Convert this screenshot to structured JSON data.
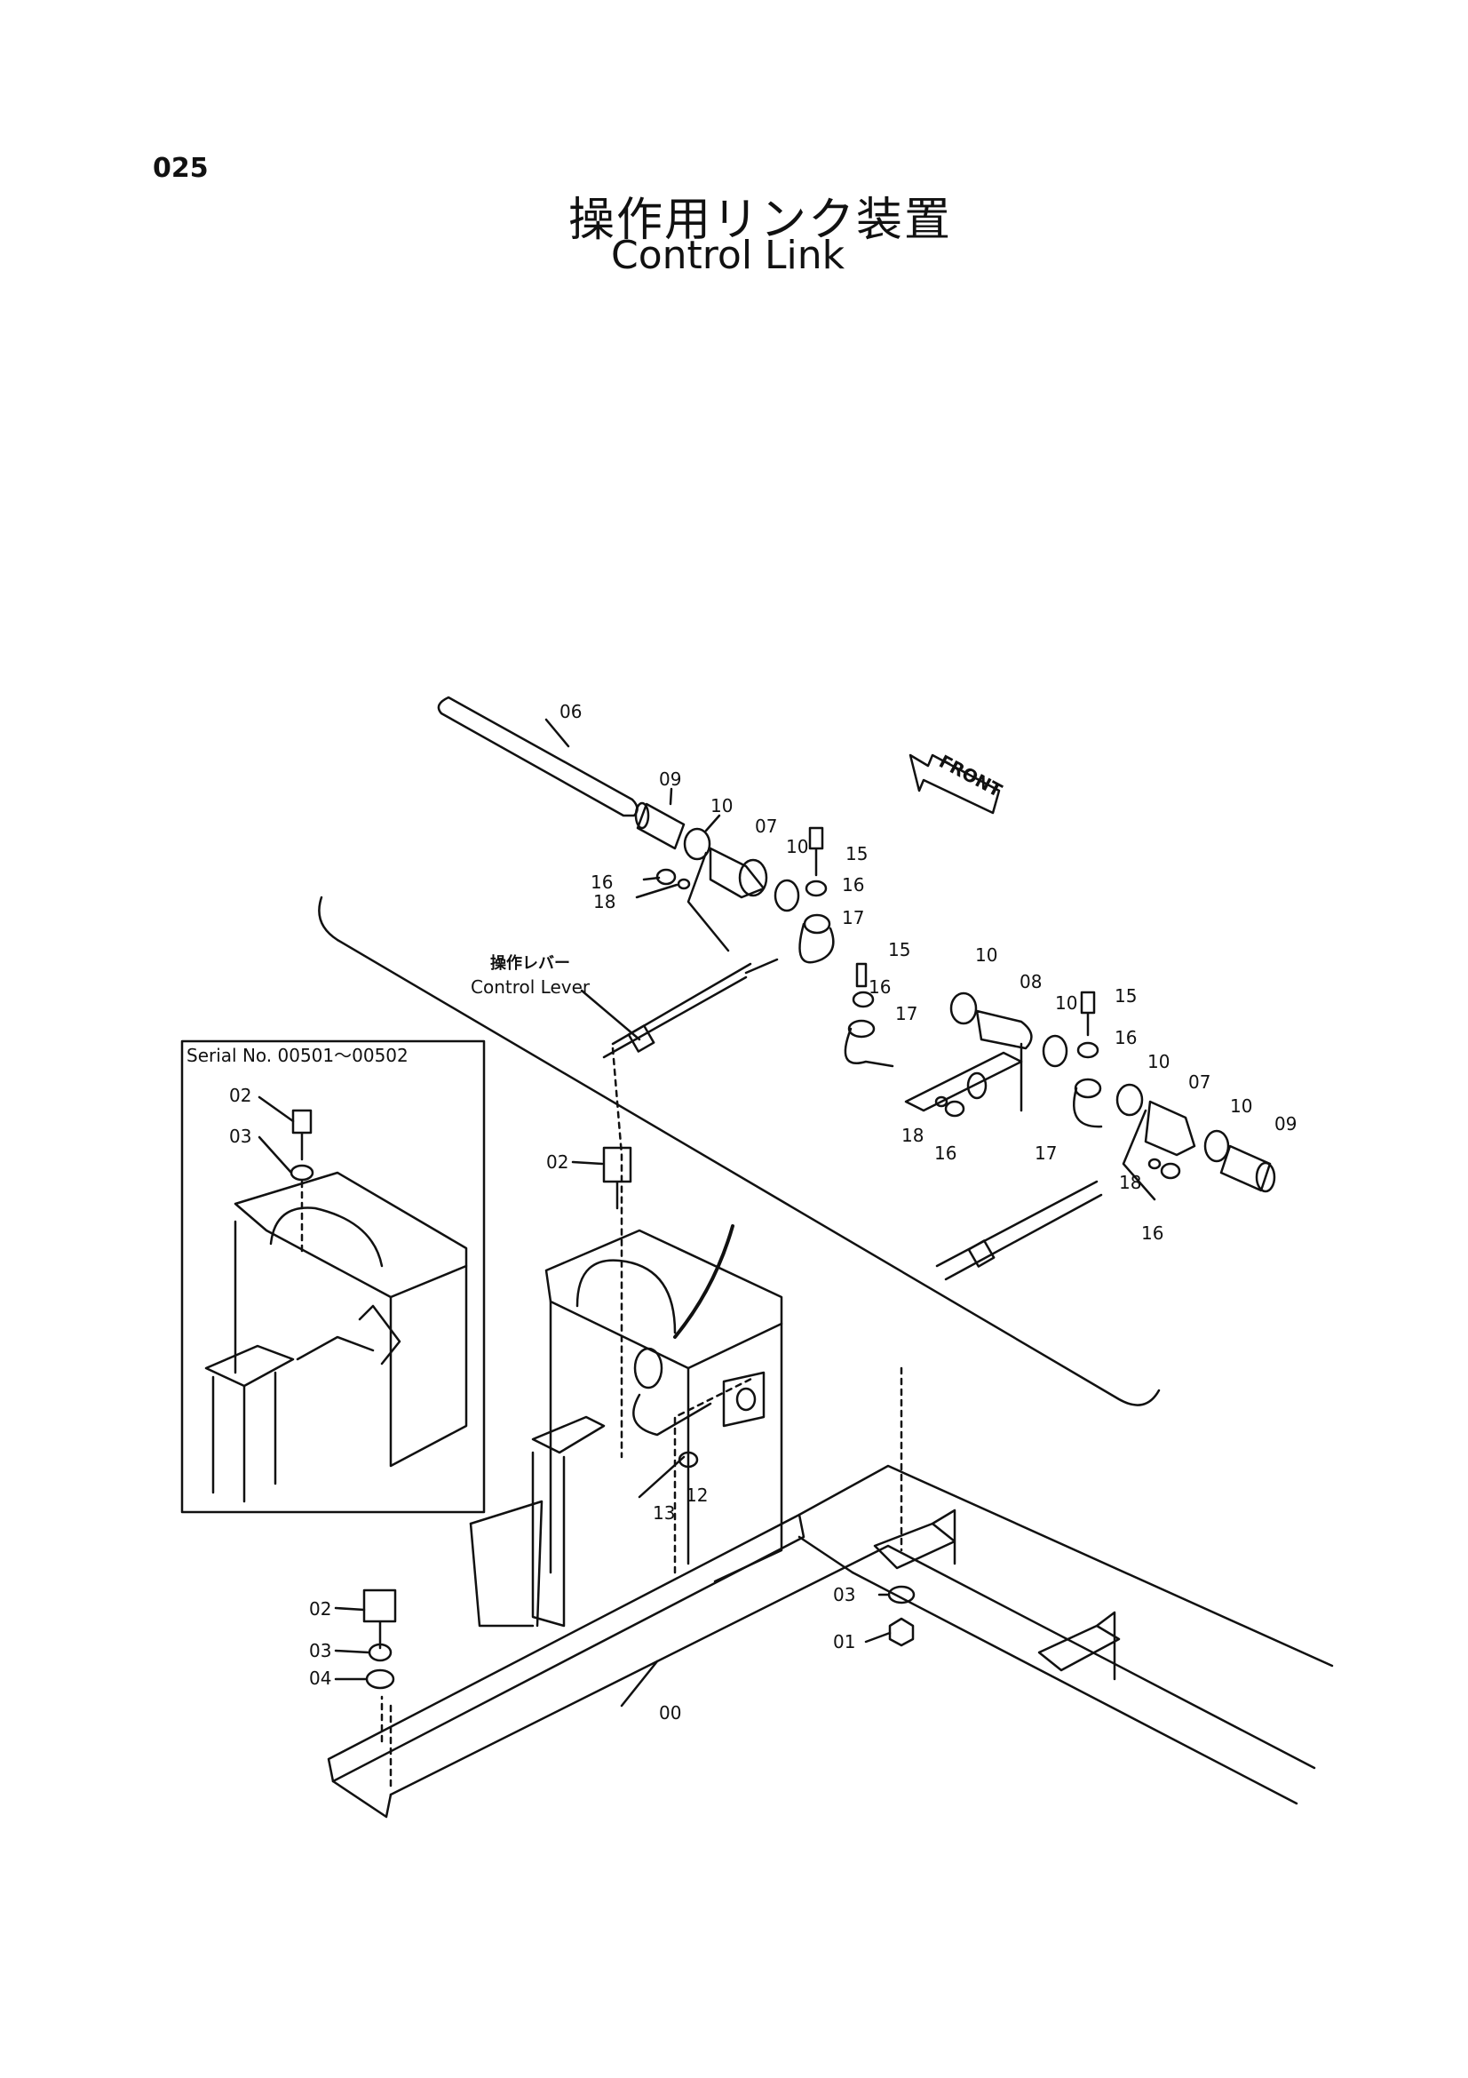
{
  "page_number": "025",
  "title_japanese": "操作用リンク装置",
  "title_english": "Control Link",
  "front_arrow_label": "FRONT",
  "control_lever_label_jp": "操作レバー",
  "control_lever_label_en": "Control Lever",
  "inset_serial_label": "Serial No. 00501～00502",
  "callouts": {
    "c06": "06",
    "c09a": "09",
    "c10a": "10",
    "c07a": "07",
    "c10b": "10",
    "c15a": "15",
    "c16a": "16",
    "c18a": "18",
    "c16b": "16",
    "c17a": "17",
    "c15b": "15",
    "c10c": "10",
    "c08": "08",
    "c16c": "16",
    "c17b": "17",
    "c10d": "10",
    "c15c": "15",
    "c16d": "16",
    "c10e": "10",
    "c07b": "07",
    "c10f": "10",
    "c09b": "09",
    "c18b": "18",
    "c16e": "16",
    "c17c": "17",
    "c18c": "18",
    "c16f": "16",
    "inset02": "02",
    "inset03": "03",
    "m02": "02",
    "c13": "13",
    "c12": "12",
    "b02": "02",
    "b03": "03",
    "b04": "04",
    "c00": "00",
    "r03": "03",
    "r01": "01"
  }
}
